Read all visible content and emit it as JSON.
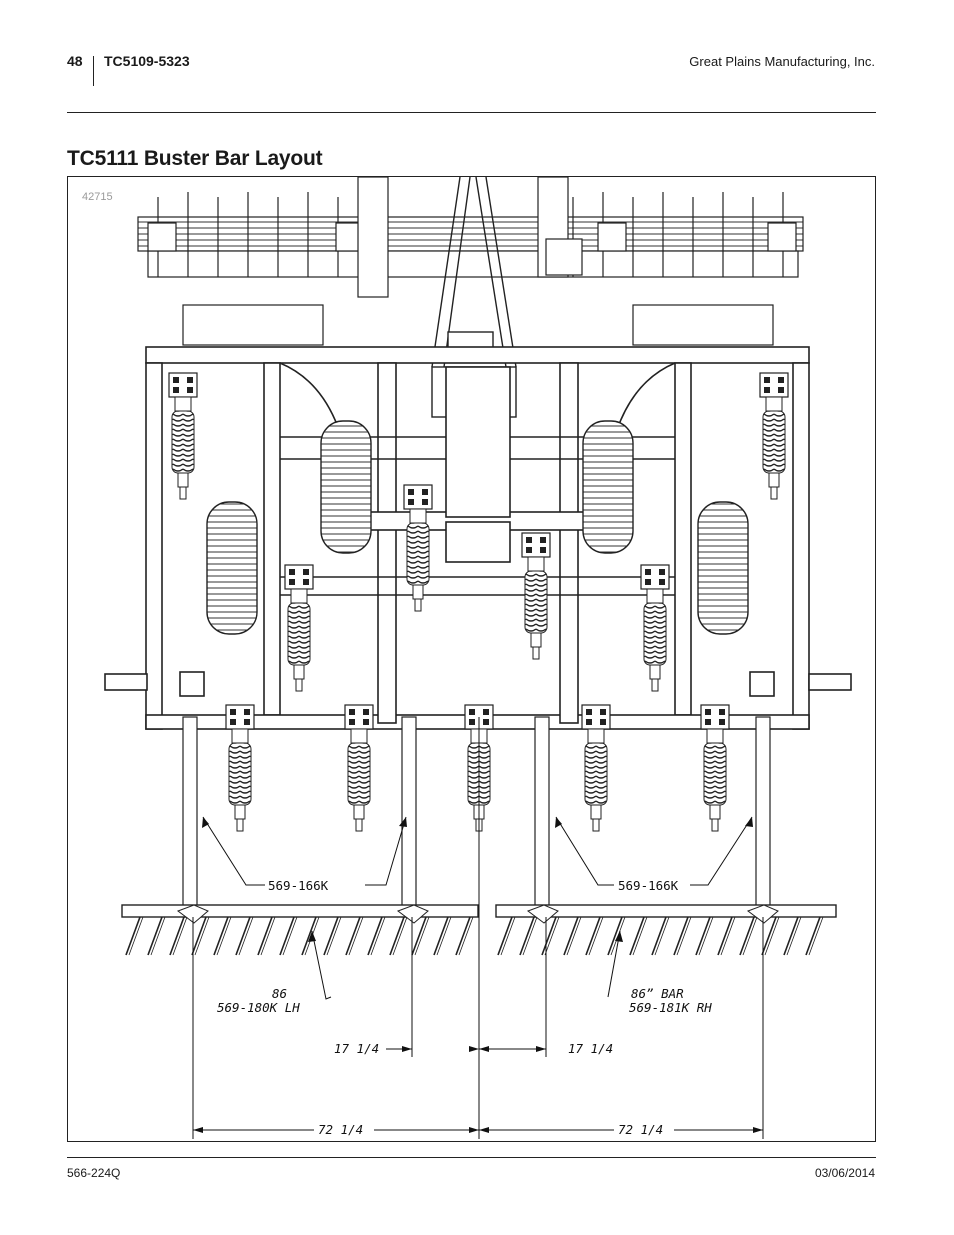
{
  "header": {
    "page_number": "48",
    "model": "TC5109-5323",
    "company": "Great Plains Manufacturing, Inc."
  },
  "title": "TC5111 Buster Bar Layout",
  "figure": {
    "figure_number": "42715",
    "callouts": {
      "shank_left": "569-166K",
      "shank_right": "569-166K",
      "bar_lh_length": "86",
      "bar_lh_part": "569-180K LH",
      "bar_rh_length": "86” BAR",
      "bar_rh_part": "569-181K RH"
    },
    "dimensions": {
      "inner_left": "17 1/4",
      "inner_right": "17 1/4",
      "outer_left": "72 1/4",
      "outer_right": "72 1/4"
    }
  },
  "footer": {
    "doc_number": "566-224Q",
    "date": "03/06/2014"
  }
}
